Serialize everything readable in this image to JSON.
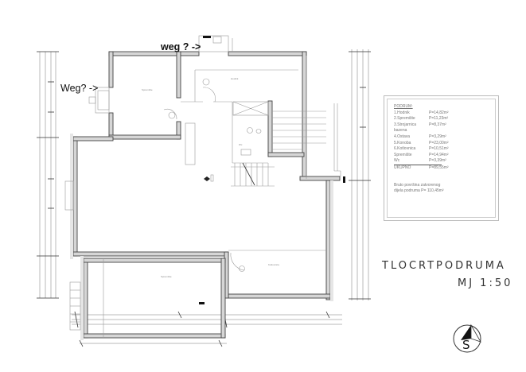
{
  "drawing": {
    "title": "TLOCRTPODRUMA",
    "scale": "MJ 1:50"
  },
  "annotations": {
    "top": "weg ? ->",
    "left": "Weg? ->"
  },
  "legend": {
    "heading": "PODRUM:",
    "rows": [
      {
        "name": "1.Hodnik",
        "area": "P=14,82m²"
      },
      {
        "name": "2.Spremište",
        "area": "P=11,23m²"
      },
      {
        "name": "3.Strojarnica bazena",
        "area": "P=8,37m²"
      },
      {
        "name": "4.Ostava",
        "area": "P=3,29m²"
      },
      {
        "name": "5.Konoba",
        "area": "P=23,00m²"
      },
      {
        "name": "6.Kotlovnica",
        "area": "P=10,51m²"
      },
      {
        "name": "Spremište",
        "area": "P=14,94m²"
      },
      {
        "name": "Wc",
        "area": "P=3,39m²"
      },
      {
        "name": "UKUPNO",
        "area": "P=89,55m²"
      }
    ],
    "footer_line1": "Bruto površina zatvorenog",
    "footer_line2": "dijela podruma  P= 110,45m²"
  },
  "compass": {
    "letter": "S"
  },
  "colors": {
    "wall_fill": "#d6d6d6",
    "wall_stroke": "#444444",
    "thin_line": "#9a9a9a",
    "text": "#333333"
  }
}
